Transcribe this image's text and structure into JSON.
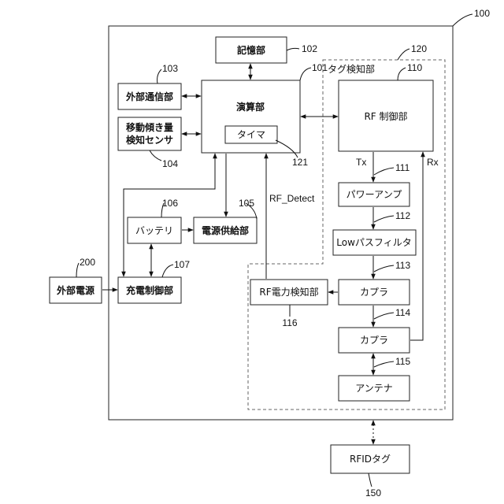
{
  "blocks": {
    "memory": "記憶部",
    "processor": "演算部",
    "timer": "タイマ",
    "ext_comm": "外部通信部",
    "tilt_sensor_line1": "移動傾き量",
    "tilt_sensor_line2": "検知センサ",
    "battery": "バッテリ",
    "power_supply": "電源供給部",
    "charge_ctrl": "充電制御部",
    "ext_power": "外部電源",
    "tag_detector": "タグ検知部",
    "rf_ctrl": "RF 制御部",
    "power_amp": "パワーアンプ",
    "lowpass": "Lowパスフィルタ",
    "coupler1": "カプラ",
    "coupler2": "カプラ",
    "antenna": "アンテナ",
    "rf_power_detect": "RF電力検知部",
    "rfid_tag": "RFIDタグ"
  },
  "signals": {
    "tx": "Tx",
    "rx": "Rx",
    "rf_detect": "RF_Detect"
  },
  "refs": {
    "r100": "100",
    "r101": "101",
    "r102": "102",
    "r103": "103",
    "r104": "104",
    "r105": "105",
    "r106": "106",
    "r107": "107",
    "r110": "110",
    "r111": "111",
    "r112": "112",
    "r113": "113",
    "r114": "114",
    "r115": "115",
    "r116": "116",
    "r120": "120",
    "r121": "121",
    "r150": "150",
    "r200": "200"
  }
}
